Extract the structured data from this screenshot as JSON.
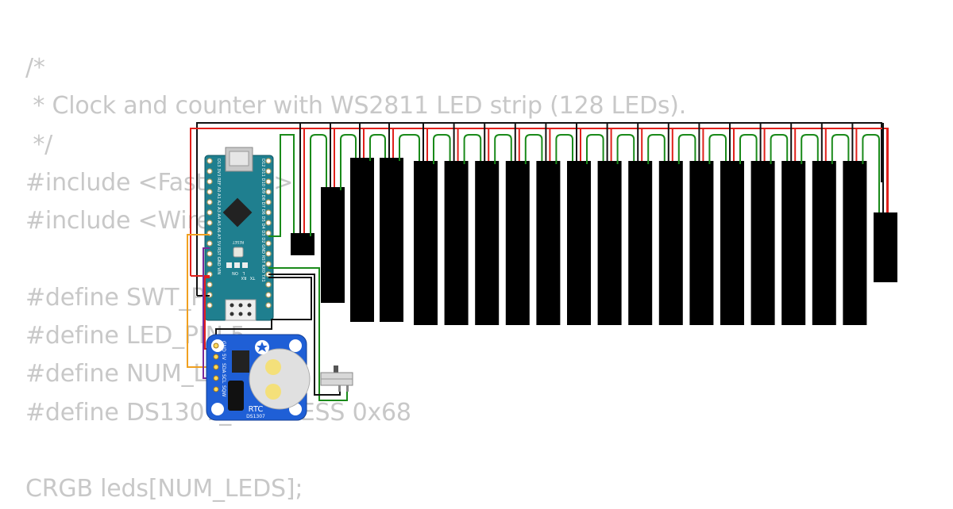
{
  "code": {
    "lines": [
      "/*",
      " * Clock and counter with WS2811 LED strip (128 LEDs).",
      " */",
      "#include <FastLED.h>",
      "#include <Wire.h>",
      "",
      "#define SWT_PIN 2",
      "#define LED_PIN 5",
      "#define NUM_LEDS 128",
      "#define DS1307_ADDRESS 0x68",
      "",
      "CRGB leds[NUM_LEDS];"
    ]
  },
  "arduino": {
    "top_pin_labels": "D12 D11 D10 D9 D8 D7 D6 D5 D4 D3 D2 GND RST RX0 TX1",
    "bottom_pin_labels": "D13 3V3 REF A0 A1 A2 A3 A4 A5 A6 A7 5V RST GND VIN",
    "reset_label": "RESET",
    "on_label": "ON",
    "l_label": "L",
    "tx_label": "TX",
    "rx_label": "RX"
  },
  "rtc": {
    "title": "RTC",
    "model": "DS1307",
    "pins": [
      "GND",
      "5V",
      "SDA",
      "SCL",
      "SQW"
    ]
  },
  "colors": {
    "wire_red": "#e0201b",
    "wire_black": "#111111",
    "wire_green": "#1a8a1a",
    "wire_orange": "#f0a020",
    "wire_purple": "#7a2a9a",
    "arduino_board": "#1f7f8f",
    "rtc_board": "#1f5fd6",
    "code_text": "#c8c8c8"
  }
}
